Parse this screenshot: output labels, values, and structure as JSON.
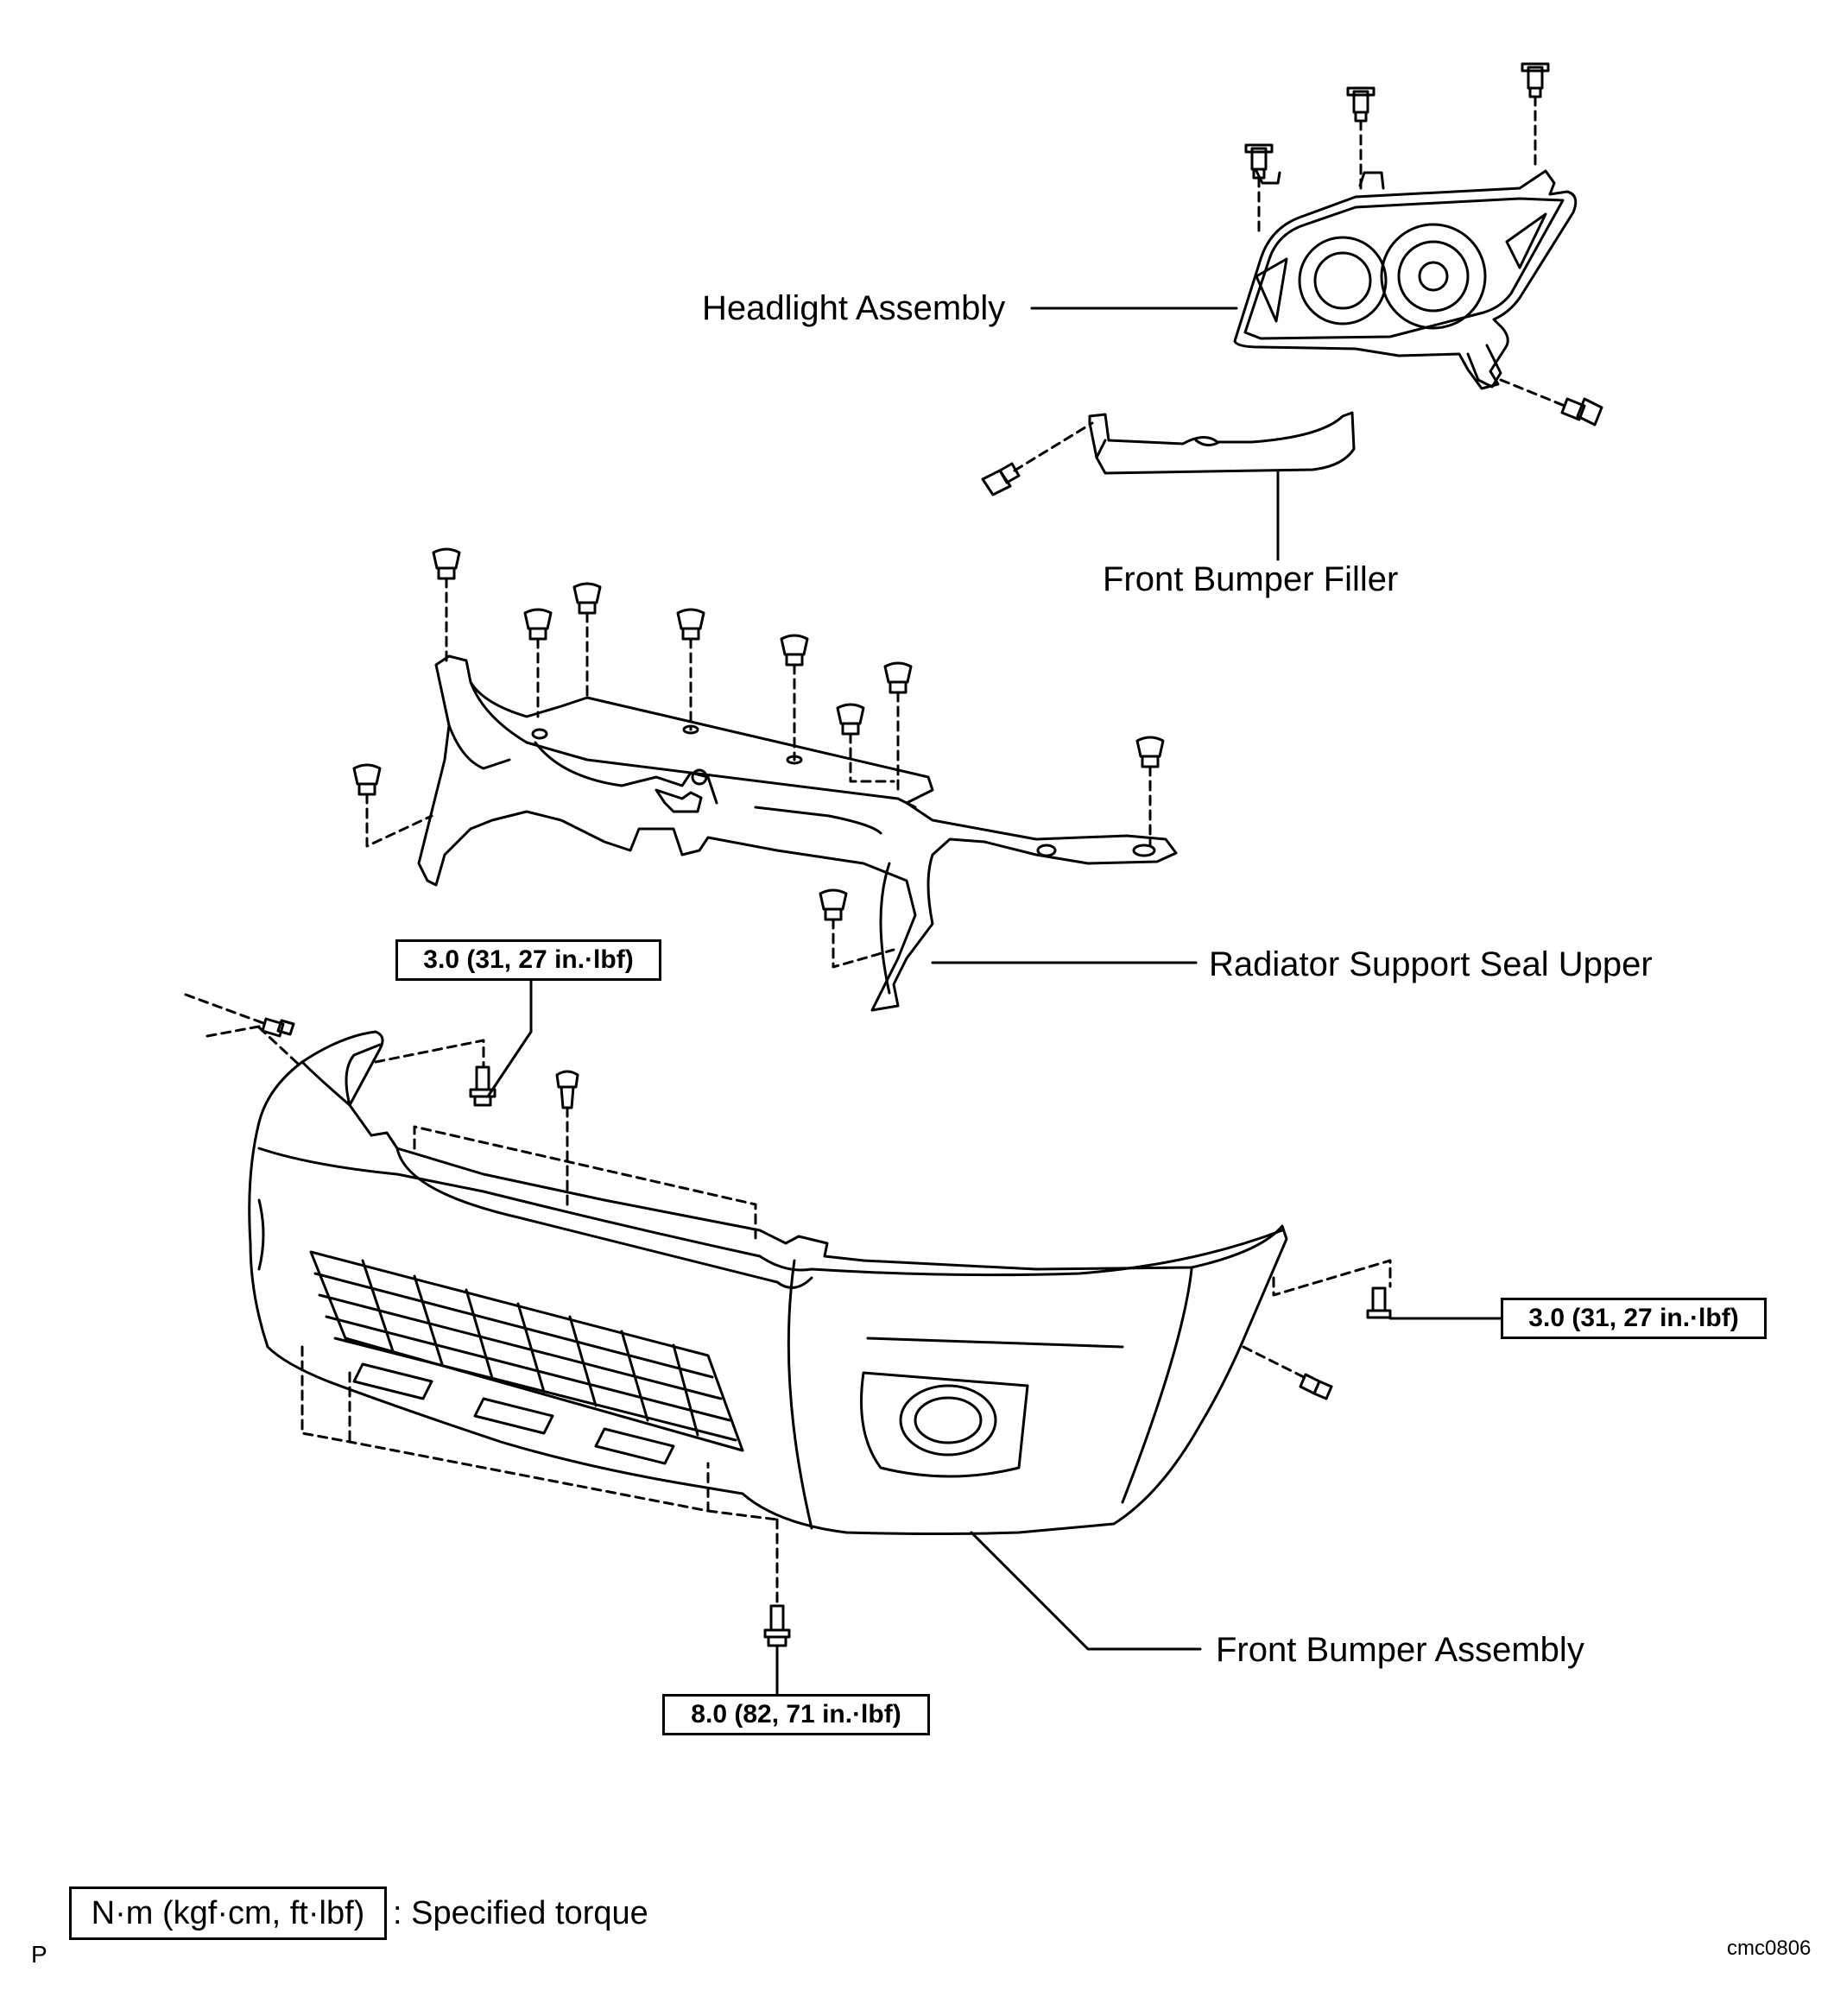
{
  "labels": {
    "headlight": "Headlight Assembly",
    "filler": "Front Bumper Filler",
    "radiator_seal": "Radiator Support Seal Upper",
    "bumper": "Front Bumper Assembly"
  },
  "torques": {
    "upper_left": "3.0 (31, 27 in.·lbf)",
    "right": "3.0 (31, 27 in.·lbf)",
    "bottom": "8.0 (82, 71 in.·lbf)"
  },
  "legend": {
    "box_text": "N·m (kgf·cm, ft·lbf)",
    "description": ": Specified torque"
  },
  "corner": {
    "left_letter": "P",
    "figure_code": "cmc0806"
  },
  "colors": {
    "line": "#000000",
    "background": "#ffffff"
  }
}
